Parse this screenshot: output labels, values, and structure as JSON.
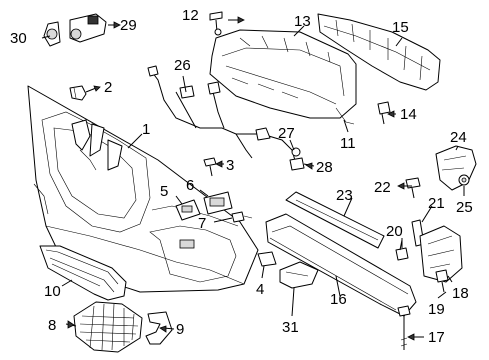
{
  "diagram": {
    "labels": {
      "l1": "1",
      "l2": "2",
      "l3": "3",
      "l4": "4",
      "l5": "5",
      "l6": "6",
      "l7": "7",
      "l8": "8",
      "l9": "9",
      "l10": "10",
      "l11": "11",
      "l12": "12",
      "l13": "13",
      "l14": "14",
      "l15": "15",
      "l16": "16",
      "l17": "17",
      "l18": "18",
      "l19": "19",
      "l20": "20",
      "l21": "21",
      "l22": "22",
      "l23": "23",
      "l24": "24",
      "l25": "25",
      "l26": "26",
      "l27": "27",
      "l28": "28",
      "l29": "29",
      "l30": "30",
      "l31": "31"
    },
    "colors": {
      "line": "#000000",
      "background": "#ffffff",
      "shade": "#d9d9d9"
    }
  }
}
